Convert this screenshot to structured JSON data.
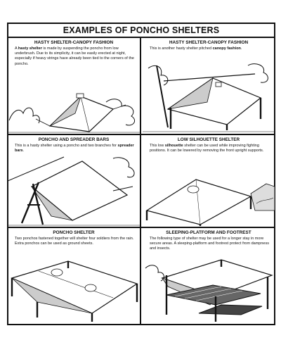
{
  "title": "EXAMPLES OF PONCHO SHELTERS",
  "panels": [
    {
      "title": "HASTY SHELTER-CANOPY FASHION",
      "pre": "A ",
      "bold": "hasty shelter",
      "post": " is made by suspending the poncho from low underbrush. Due to its simplicity, it can be easily erected at night, especially if heavy strings have already been tied to the corners of the poncho."
    },
    {
      "title": "HASTY SHELTER-CANOPY FASHION",
      "pre": "This is another hasty shelter pitched ",
      "bold": "canopy fashion",
      "post": "."
    },
    {
      "title": "PONCHO AND SPREADER BARS",
      "pre": "This is a hasty shelter using a poncho and two branches for ",
      "bold": "spreader bars",
      "post": "."
    },
    {
      "title": "LOW SILHOUETTE SHELTER",
      "pre": "This low ",
      "bold": "silhouette",
      "post": " shelter can be used while improving fighting positions. It can be lowered by removing the front upright supports."
    },
    {
      "title": "PONCHO SHELTER",
      "pre": "Two ponchos fastened together will shelter four soldiers from the rain. Extra ponchos can be used as ground sheets.",
      "bold": "",
      "post": ""
    },
    {
      "title": "SLEEPING-PLATFORM AND FOOTREST",
      "pre": "The following type of shelter may be used for a longer stay in more secure areas. A sleeping-platform and footrest protect from dampness and insects.",
      "bold": "",
      "post": ""
    }
  ]
}
